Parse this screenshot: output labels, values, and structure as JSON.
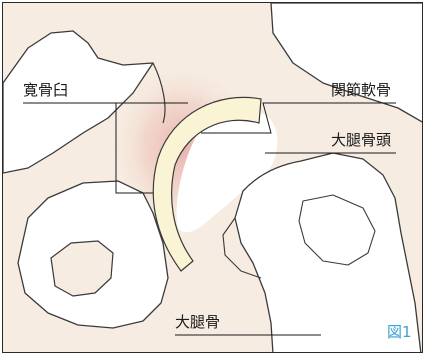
{
  "labels": {
    "acetabulum": "寛骨臼",
    "articular_cartilage": "関節軟骨",
    "femoral_head": "大腿骨頭",
    "femur": "大腿骨"
  },
  "figure_label": "図1",
  "colors": {
    "background": "#f6ece1",
    "bone": "#ffffff",
    "outline": "#3a3a3a",
    "cartilage": "#fbf4d4",
    "inflammation": "#e39292",
    "figure_label": "#3aa3d2"
  }
}
